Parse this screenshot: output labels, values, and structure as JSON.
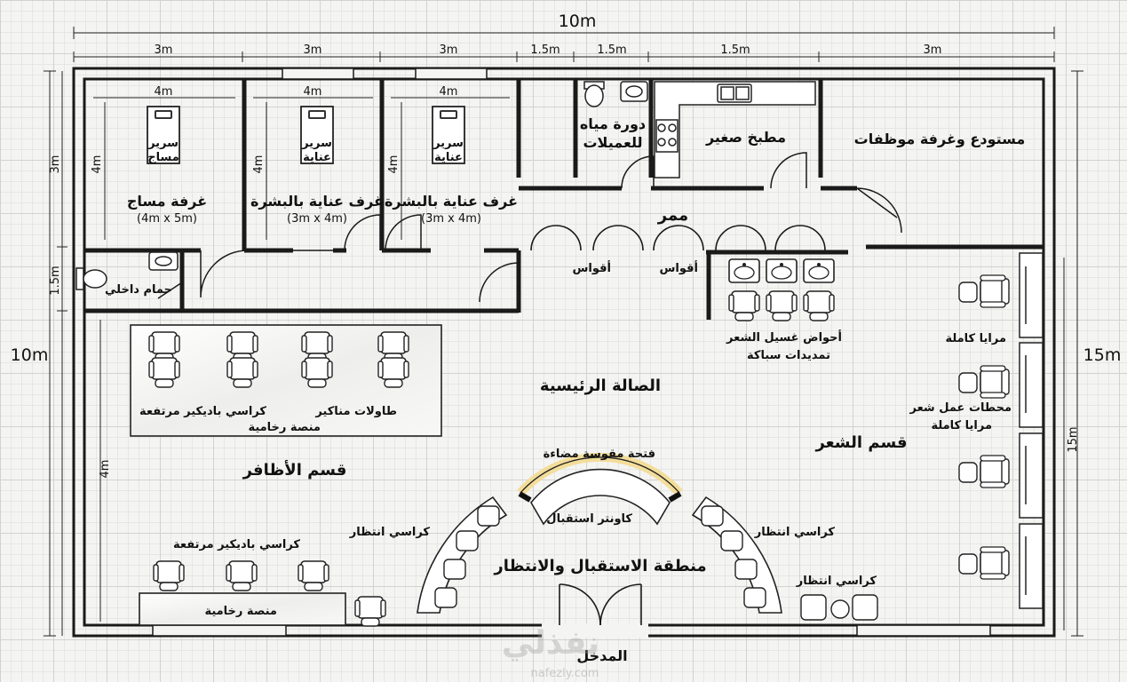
{
  "dimensions": {
    "top_total": "10m",
    "top_segments": [
      "3m",
      "3m",
      "3m",
      "1.5m",
      "1.5m",
      "1.5m",
      "3m"
    ],
    "left_total": "10m",
    "left_segments": [
      "3m",
      "1.5m",
      "4m"
    ],
    "right_total": "15m",
    "right_inner": "15m",
    "room_inner_widths": [
      "4m",
      "4m",
      "4m"
    ],
    "room_inner_depths": [
      "4m",
      "4m",
      "4m"
    ]
  },
  "rooms": {
    "massage": {
      "bed": [
        "سرير",
        "مساج"
      ],
      "name": "غرفة مساج",
      "size": "(4m x 5m)"
    },
    "skin_care_1": {
      "bed": [
        "سرير",
        "عناية"
      ],
      "name": "غرف عناية بالبشرة",
      "size": "(3m x 4m)"
    },
    "skin_care_2": {
      "bed": [
        "سرير",
        "عناية"
      ],
      "name": "غرف عناية بالبشرة",
      "size": "(3m x 4m)"
    },
    "client_wc": [
      "دورة مياه",
      "للعميلات"
    ],
    "kitchen": "مطبخ صغير",
    "storage": "مستودع وغرفة موظفات",
    "corridor": "ممر",
    "arches": [
      "أقواس",
      "أقواس"
    ],
    "internal_bath": "حمام داخلي"
  },
  "main_hall": {
    "title": "الصالة الرئيسية",
    "nails_section": "قسم الأظافر",
    "manicure_tables": "طاولات مناكير",
    "pedicure_chairs": "كراسي باديكير مرتفعة",
    "marble_platform": "منصة رخامية",
    "pedicure_chairs_2": "كراسي باديكير مرتفعة",
    "marble_platform_2": "منصة رخامية",
    "wash_basins": [
      "أحواض غسيل الشعر",
      "تمديدات سباكة"
    ],
    "full_mirrors": "مرايا كاملة",
    "hair_stations": [
      "محطات عمل شعر",
      "مرايا كاملة"
    ],
    "hair_section": "قسم الشعر",
    "lit_arch": "فتحة مقوسة مضاءة",
    "reception_counter": "كاونتر استقبال",
    "waiting_chairs_left": "كراسي انتظار",
    "waiting_chairs_right": "كراسي انتظار",
    "waiting_chairs_right2": "كراسي انتظار",
    "reception_area": "منطقة الاستقبال والانتظار",
    "entrance": "المدخل"
  },
  "watermark": {
    "text": "نفذلي",
    "url": "nafezly.com"
  }
}
